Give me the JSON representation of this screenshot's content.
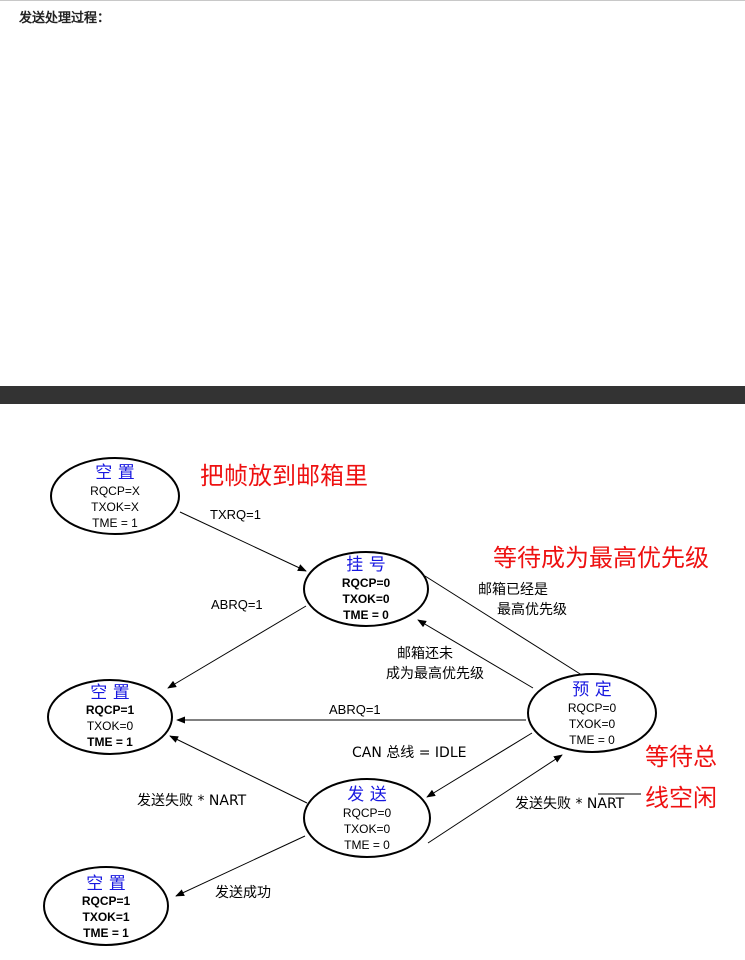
{
  "heading": "发送处理过程：",
  "colors": {
    "state_title": "#1818e0",
    "annotation": "#ee1111",
    "band": "#333333"
  },
  "states": {
    "idle_x": {
      "name": "空 置",
      "lines": [
        "RQCP=X",
        "TXOK=X",
        "TME = 1"
      ]
    },
    "pending": {
      "name": "挂 号",
      "lines": [
        "RQCP=0",
        "TXOK=0",
        "TME = 0"
      ]
    },
    "idle_1_0": {
      "name": "空 置",
      "lines": [
        "RQCP=1",
        "TXOK=0",
        "TME = 1"
      ]
    },
    "scheduled": {
      "name": "预 定",
      "lines": [
        "RQCP=0",
        "TXOK=0",
        "TME = 0"
      ]
    },
    "transmit": {
      "name": "发 送",
      "lines": [
        "RQCP=0",
        "TXOK=0",
        "TME = 0"
      ]
    },
    "idle_1_1": {
      "name": "空 置",
      "lines": [
        "RQCP=1",
        "TXOK=1",
        "TME = 1"
      ]
    }
  },
  "transitions": {
    "txrq": "TXRQ=1",
    "abrq_pending": "ABRQ=1",
    "abrq_scheduled": "ABRQ=1",
    "highest_line1": "邮箱已经是",
    "highest_line2": "最高优先级",
    "not_highest_line1": "邮箱还未",
    "not_highest_line2": "成为最高优先级",
    "can_idle": "CAN 总线 = IDLE",
    "fail_nart": "发送失败 * NART",
    "fail_prefix": "发送失败 * ",
    "fail_nart_bar": "NART",
    "success": "发送成功"
  },
  "annotations": {
    "put_frame": "把帧放到邮箱里",
    "wait_priority": "等待成为最高优先级",
    "wait_bus_line1": "等待总",
    "wait_bus_line2": "线空闲"
  }
}
